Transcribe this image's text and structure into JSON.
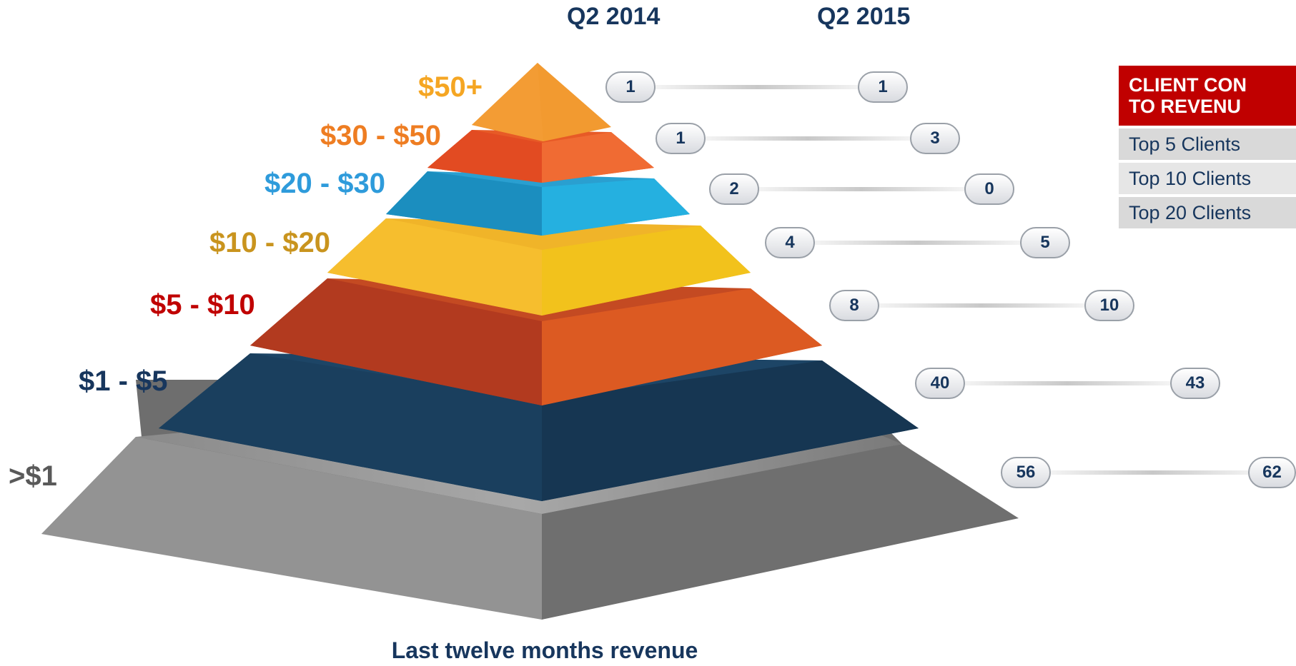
{
  "headers": {
    "col1": "Q2 2014",
    "col2": "Q2 2015"
  },
  "tiers": [
    {
      "label": "$50+",
      "color": "#f5a623",
      "q2_2014": "1",
      "q2_2015": "1"
    },
    {
      "label": "$30 - $50",
      "color": "#ee7d22",
      "q2_2014": "1",
      "q2_2015": "3"
    },
    {
      "label": "$20 - $30",
      "color": "#2e9bdb",
      "q2_2014": "2",
      "q2_2015": "0"
    },
    {
      "label": "$10 - $20",
      "color": "#c9941e",
      "q2_2014": "4",
      "q2_2015": "5"
    },
    {
      "label": "$5 - $10",
      "color": "#c00000",
      "q2_2014": "8",
      "q2_2015": "10"
    },
    {
      "label": "$1 - $5",
      "color": "#17365d",
      "q2_2014": "40",
      "q2_2015": "43"
    },
    {
      "label": ">$1",
      "color": "#595959",
      "q2_2014": "56",
      "q2_2015": "62"
    }
  ],
  "panel": {
    "title": "CLIENT CON\nTO REVENU",
    "rows": [
      "Top 5 Clients",
      "Top 10 Clients",
      "Top 20 Clients"
    ]
  },
  "footer": "Last twelve months revenue"
}
